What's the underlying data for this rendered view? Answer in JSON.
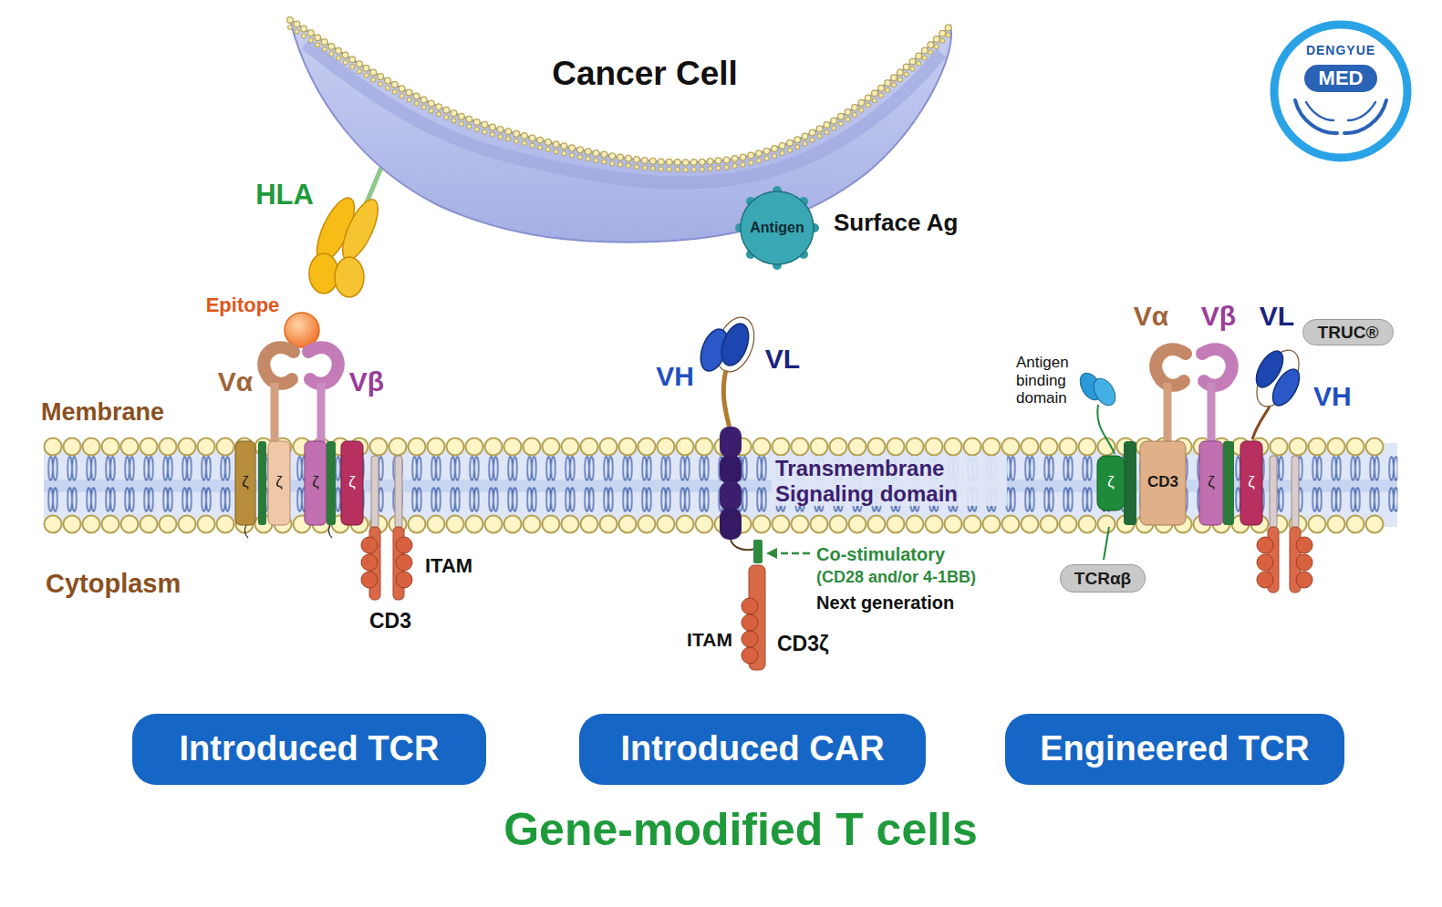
{
  "diagram": {
    "title": "Gene-modified T cells",
    "nodes": [
      {
        "text": [
          "Cancer Cell"
        ]
      },
      {
        "text": [
          "Antigen"
        ]
      },
      {
        "text": [
          "TRUC®"
        ]
      },
      {
        "text": [
          "TCRαβ"
        ]
      },
      {
        "text": [
          "Introduced TCR"
        ]
      },
      {
        "text": [
          "Introduced CAR"
        ]
      },
      {
        "text": [
          "Engineered TCR"
        ]
      }
    ],
    "labels": [
      "DENGYUE",
      "MED",
      "HLA",
      "Surface Ag",
      "Epitope",
      "Vα",
      "Vβ",
      "Membrane",
      "ζ",
      "ζ",
      "ζ",
      "ζ",
      "ITAM",
      "CD3",
      "Cytoplasm",
      "VH",
      "VL",
      "Transmembrane Signaling domain",
      "Co-stimulatory",
      "(CD28 and/or 4-1BB)",
      "Next generation",
      "ITAM",
      "CD3ζ",
      "Antigen binding domain",
      "Vα",
      "Vβ",
      "VL",
      "VH",
      "ζ",
      "CD3",
      "ζ",
      "ζ"
    ]
  }
}
